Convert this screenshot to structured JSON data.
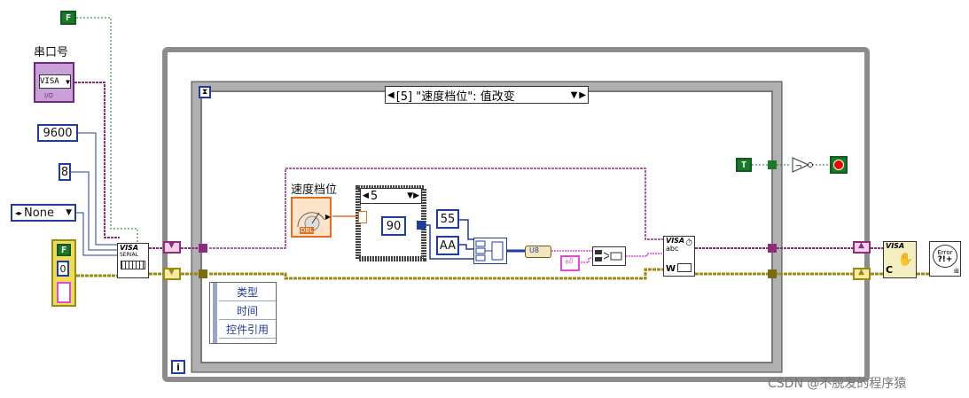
{
  "constants": {
    "false_const_top": "F",
    "baud_rate": "9600",
    "data_bits": "8",
    "parity": "None",
    "true_const": "T",
    "value_90": "90",
    "value_55": "55",
    "value_AA": "AA"
  },
  "controls": {
    "serial_port_label": "串口号",
    "serial_port_value": "VISA",
    "serial_port_io": "I/O",
    "speed_label": "速度档位",
    "speed_type": "DBL"
  },
  "error_cluster": {
    "status": "F",
    "code": "0"
  },
  "nodes": {
    "visa_serial_title": "VISA",
    "visa_serial_sub": "SERIAL",
    "visa_write_title": "VISA",
    "visa_write_sub": "abc",
    "visa_write_w": "W",
    "visa_close_title": "VISA",
    "visa_close_c": "C",
    "error_handler": "Error",
    "error_handler_sub": "?!+",
    "u8_label": "U8"
  },
  "event_structure": {
    "selector_label": "[5] \"速度档位\": 值改变",
    "event_data": [
      "类型",
      "时间",
      "控件引用"
    ]
  },
  "case_structure": {
    "selector_value": "5"
  },
  "loop": {
    "iteration": "i",
    "timeout": "⧗"
  },
  "watermark": "CSDN @不脱发的程序猿",
  "colors": {
    "visa_wire": "#8b2d7a",
    "error_wire": "#9c8a14",
    "numeric_wire": "#1f3c9e",
    "boolean_wire": "#1a7a2a",
    "string_wire": "#e04ad0",
    "loop_frame": "#8c8c8c"
  }
}
